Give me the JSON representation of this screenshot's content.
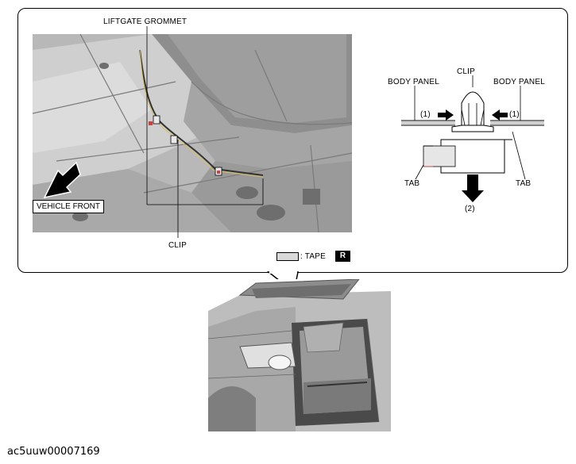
{
  "callout": {
    "labels": {
      "liftgate_grommet": "LIFTGATE GROMMET",
      "vehicle_front": "VEHICLE FRONT",
      "clip_bottom": "CLIP",
      "tape_legend": ": TAPE",
      "r_badge": "R"
    },
    "clip_diagram": {
      "body_panel_left": "BODY PANEL",
      "body_panel_right": "BODY PANEL",
      "clip": "CLIP",
      "tab_left": "TAB",
      "tab_right": "TAB",
      "step_1_left": "(1)",
      "step_1_right": "(1)",
      "step_2": "(2)"
    }
  },
  "footer": {
    "image_code": "ac5uuw00007169"
  },
  "colors": {
    "tape": "#d9d9d9",
    "line": "#000000",
    "photo_bg": "#bdbdbd"
  }
}
